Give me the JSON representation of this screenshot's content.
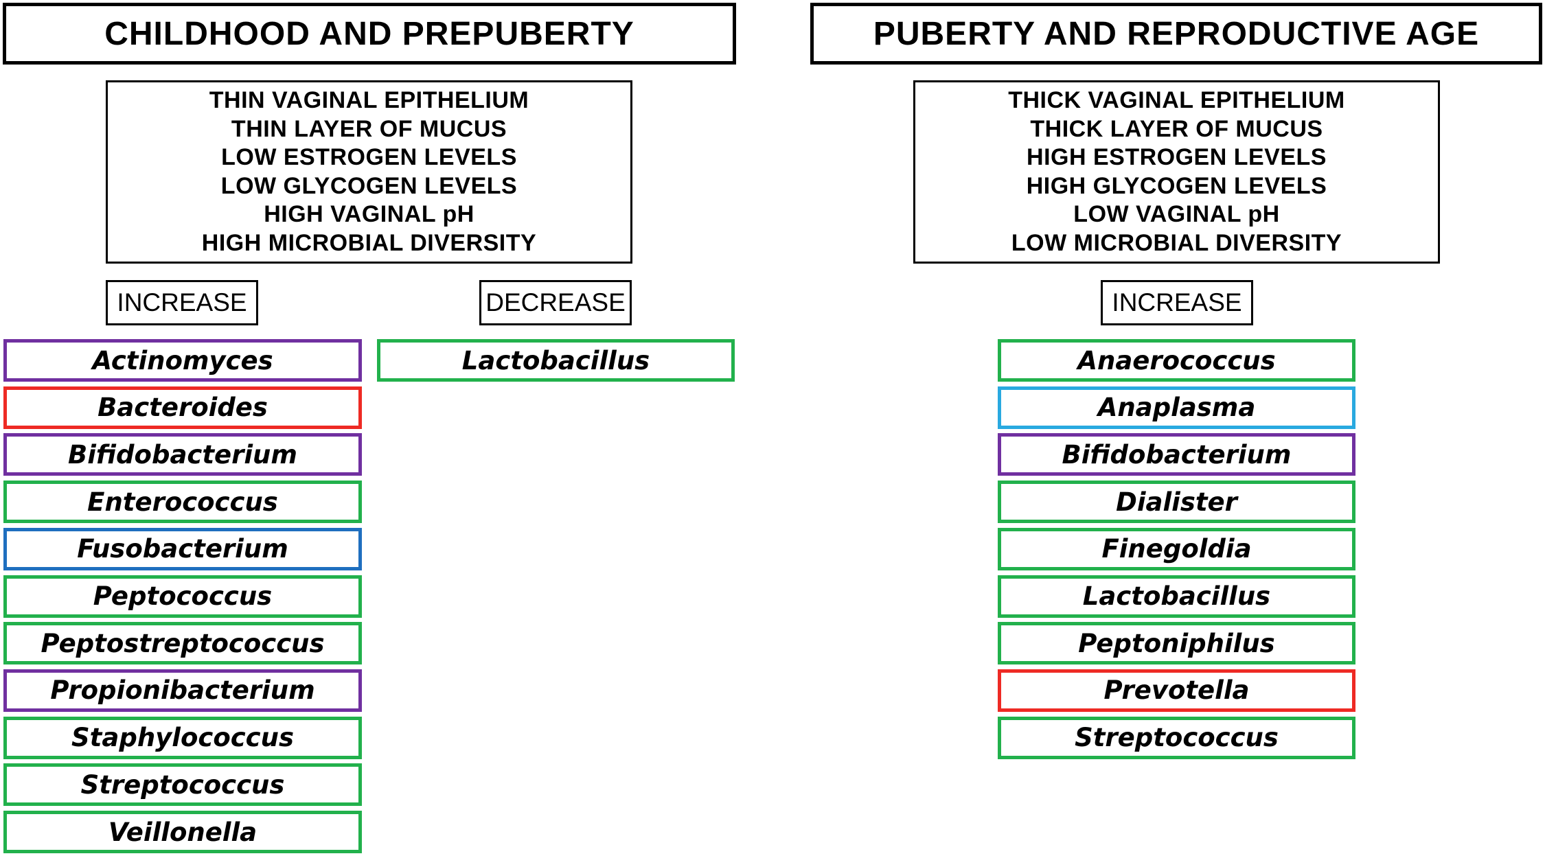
{
  "left_panel": {
    "title": "CHILDHOOD AND PREPUBERTY",
    "properties": [
      "THIN VAGINAL EPITHELIUM",
      "THIN LAYER OF MUCUS",
      "LOW ESTROGEN LEVELS",
      "LOW GLYCOGEN LEVELS",
      "HIGH VAGINAL pH",
      "HIGH MICROBIAL DIVERSITY"
    ],
    "increase_label": "INCREASE",
    "decrease_label": "DECREASE",
    "increase_genera": [
      {
        "name": "Actinomyces",
        "color": "#7030a0"
      },
      {
        "name": "Bacteroides",
        "color": "#ee2a24"
      },
      {
        "name": "Bifidobacterium",
        "color": "#7030a0"
      },
      {
        "name": "Enterococcus",
        "color": "#22b14c"
      },
      {
        "name": "Fusobacterium",
        "color": "#1f6fbf"
      },
      {
        "name": "Peptococcus",
        "color": "#22b14c"
      },
      {
        "name": "Peptostreptococcus",
        "color": "#22b14c"
      },
      {
        "name": "Propionibacterium",
        "color": "#7030a0"
      },
      {
        "name": "Staphylococcus",
        "color": "#22b14c"
      },
      {
        "name": "Streptococcus",
        "color": "#22b14c"
      },
      {
        "name": "Veillonella",
        "color": "#22b14c"
      }
    ],
    "decrease_genera": [
      {
        "name": "Lactobacillus",
        "color": "#22b14c"
      }
    ]
  },
  "right_panel": {
    "title": "PUBERTY AND REPRODUCTIVE AGE",
    "properties": [
      "THICK VAGINAL EPITHELIUM",
      "THICK LAYER OF MUCUS",
      "HIGH ESTROGEN LEVELS",
      "HIGH GLYCOGEN LEVELS",
      "LOW VAGINAL pH",
      "LOW MICROBIAL DIVERSITY"
    ],
    "increase_label": "INCREASE",
    "increase_genera": [
      {
        "name": "Anaerococcus",
        "color": "#22b14c"
      },
      {
        "name": "Anaplasma",
        "color": "#29a9e0"
      },
      {
        "name": "Bifidobacterium",
        "color": "#7030a0"
      },
      {
        "name": "Dialister",
        "color": "#22b14c"
      },
      {
        "name": "Finegoldia",
        "color": "#22b14c"
      },
      {
        "name": "Lactobacillus",
        "color": "#22b14c"
      },
      {
        "name": "Peptoniphilus",
        "color": "#22b14c"
      },
      {
        "name": "Prevotella",
        "color": "#ee2a24"
      },
      {
        "name": "Streptococcus",
        "color": "#22b14c"
      }
    ]
  }
}
